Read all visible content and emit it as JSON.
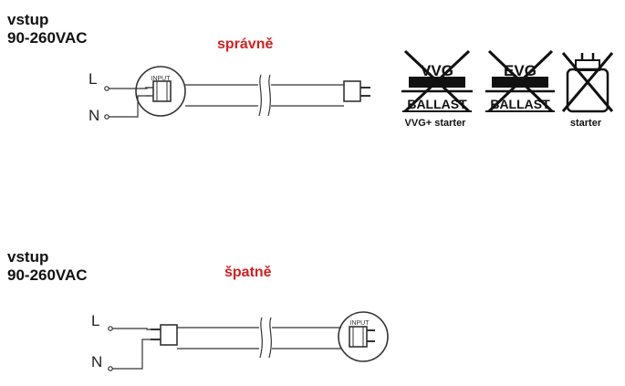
{
  "correct": {
    "input_heading_1": "vstup",
    "input_heading_2": "90-260VAC",
    "status": "správně",
    "live": "L",
    "neutral": "N",
    "input_tag": "INPUT"
  },
  "wrong": {
    "input_heading_1": "vstup",
    "input_heading_2": "90-260VAC",
    "status": "špatně",
    "live": "L",
    "neutral": "N",
    "input_tag": "INPUT"
  },
  "symbols": [
    {
      "code": "VVG",
      "word": "BALLAST",
      "caption": "VVG+ starter"
    },
    {
      "code": "EVG",
      "word": "BALLAST",
      "caption": ""
    },
    {
      "code": "",
      "word": "",
      "caption": "starter"
    }
  ]
}
